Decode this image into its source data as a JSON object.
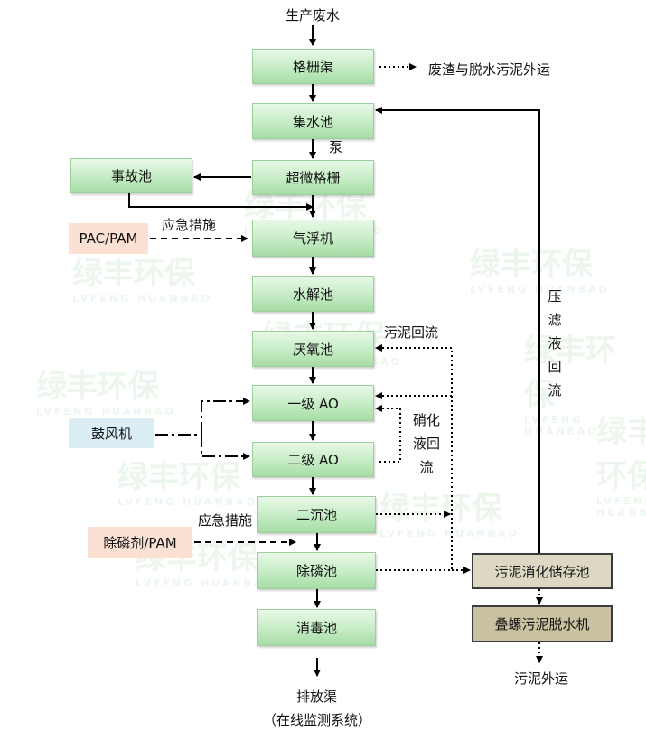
{
  "input_label": "生产废水",
  "nodes": {
    "grille_channel": "格栅渠",
    "collection_tank": "集水池",
    "ultrafine_grille": "超微格栅",
    "accident_tank": "事故池",
    "flotation": "气浮机",
    "hydrolysis": "水解池",
    "anaerobic": "厌氧池",
    "ao1": "一级 AO",
    "ao2": "二级 AO",
    "secondary_clarifier": "二沉池",
    "phosphorus_removal": "除磷池",
    "disinfection": "消毒池",
    "pac_pam": "PAC/PAM",
    "blower": "鼓风机",
    "phosphate_agent": "除磷剂/PAM",
    "sludge_storage": "污泥消化储存池",
    "screw_press": "叠螺污泥脱水机"
  },
  "labels": {
    "waste_out": "废渣与脱水污泥外运",
    "pump": "泵",
    "emergency1": "应急措施",
    "emergency2": "应急措施",
    "sludge_return": "污泥回流",
    "nitrification_return": "硝化液回流",
    "filtrate_return": "压滤液回流",
    "sludge_out": "污泥外运",
    "discharge": "排放渠",
    "online_monitor": "（在线监测系统）"
  },
  "watermark": {
    "cn": "绿丰环保",
    "en": "LVFENG HUANBAO"
  }
}
